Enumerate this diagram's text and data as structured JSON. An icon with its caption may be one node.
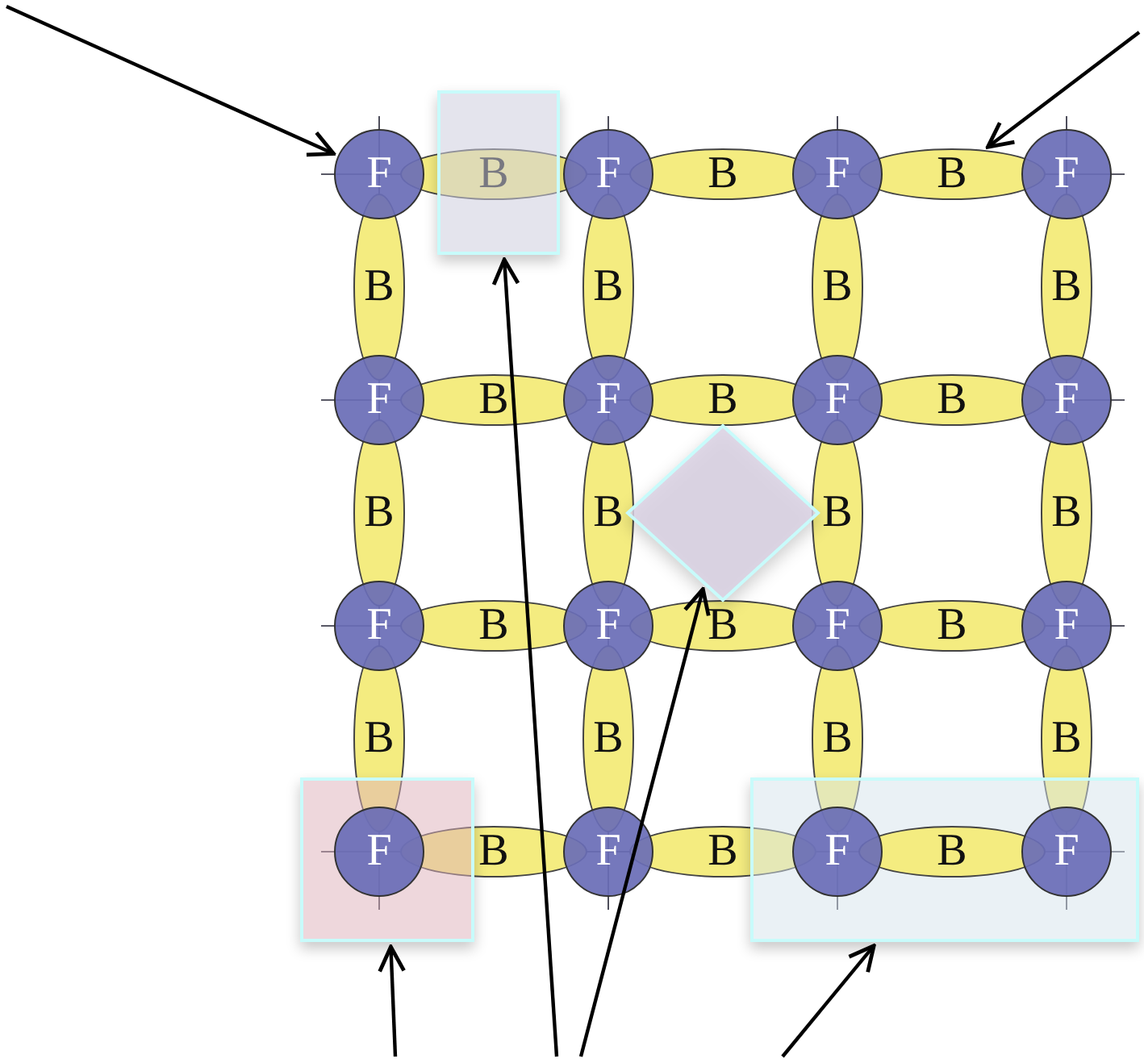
{
  "diagram": {
    "nodes": [
      {
        "text": [],
        "shape": "box"
      },
      {
        "text": [],
        "shape": "diamond"
      },
      {
        "text": [],
        "shape": "box"
      },
      {
        "text": [],
        "shape": "box"
      },
      {
        "text": [
          "F"
        ]
      },
      {
        "text": [
          "B"
        ]
      },
      {
        "text": [
          "F"
        ]
      },
      {
        "text": [
          "B"
        ]
      },
      {
        "text": [
          "F"
        ]
      },
      {
        "text": [
          "B"
        ]
      },
      {
        "text": [
          "F"
        ]
      },
      {
        "text": [
          "B"
        ]
      },
      {
        "text": [
          "B"
        ]
      },
      {
        "text": [
          "B"
        ]
      },
      {
        "text": [
          "B"
        ]
      },
      {
        "text": [
          "F"
        ]
      },
      {
        "text": [
          "B"
        ]
      },
      {
        "text": [
          "F"
        ]
      },
      {
        "text": [
          "B"
        ]
      },
      {
        "text": [
          "F"
        ]
      },
      {
        "text": [
          "B"
        ]
      },
      {
        "text": [
          "F"
        ]
      },
      {
        "text": [
          "B"
        ]
      },
      {
        "text": [
          "B"
        ]
      },
      {
        "text": [
          "B"
        ]
      },
      {
        "text": [
          "B"
        ]
      },
      {
        "text": [
          "F"
        ]
      },
      {
        "text": [
          "B"
        ]
      },
      {
        "text": [
          "F"
        ]
      },
      {
        "text": [
          "B"
        ]
      },
      {
        "text": [
          "F"
        ]
      },
      {
        "text": [
          "B"
        ]
      },
      {
        "text": [
          "F"
        ]
      },
      {
        "text": [
          "B"
        ]
      },
      {
        "text": [
          "B"
        ]
      },
      {
        "text": [
          "B"
        ]
      },
      {
        "text": [
          "B"
        ]
      },
      {
        "text": [
          "F"
        ],
        "in": 2
      },
      {
        "text": [
          "B"
        ]
      },
      {
        "text": [
          "F"
        ]
      },
      {
        "text": [
          "B"
        ]
      },
      {
        "text": [
          "F"
        ],
        "in": 3
      },
      {
        "text": [
          "B"
        ],
        "in": 3
      },
      {
        "text": [
          "F"
        ],
        "in": 3
      }
    ],
    "edges": [
      {
        "from": null,
        "to": 4,
        "arrow": "to"
      },
      {
        "from": null,
        "to": 9,
        "arrow": "to"
      },
      {
        "from": null,
        "to": 2,
        "arrow": "to"
      },
      {
        "from": null,
        "to": 0,
        "arrow": "to"
      },
      {
        "from": null,
        "to": 1,
        "arrow": "to"
      },
      {
        "from": null,
        "to": 3,
        "arrow": "to"
      }
    ]
  }
}
